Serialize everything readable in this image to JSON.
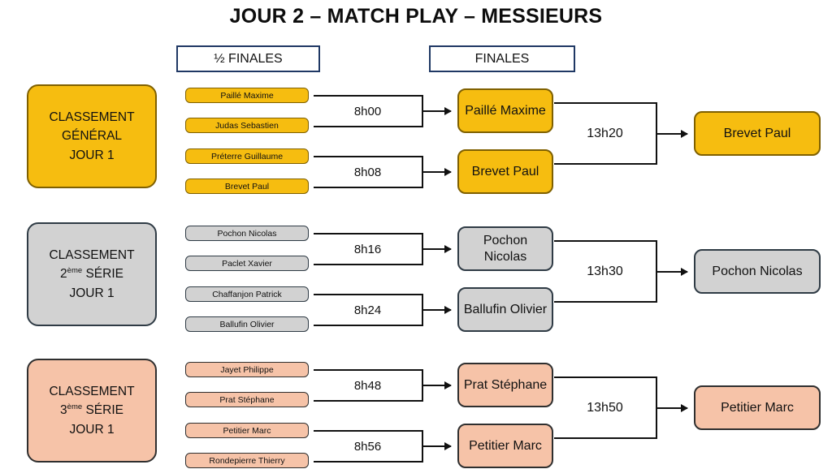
{
  "title": "JOUR 2 – MATCH PLAY – MESSIEURS",
  "headers": {
    "semifinals": "½ FINALES",
    "finals": "FINALES"
  },
  "colors": {
    "gold_fill": "#f6bd10",
    "gold_border": "#7f6000",
    "grey_fill": "#d2d2d2",
    "grey_border": "#2f3b45",
    "peach_fill": "#f6c3a8",
    "peach_border": "#2f2f2f",
    "header_border": "#1f3864",
    "line": "#111111"
  },
  "sections": [
    {
      "theme": "theme-gold",
      "category": {
        "line1": "CLASSEMENT",
        "line2": "GÉNÉRAL",
        "line2_sup": "",
        "line3": "JOUR 1"
      },
      "semifinals": [
        {
          "time": "8h00",
          "players": [
            "Paillé Maxime",
            "Judas Sebastien"
          ],
          "winner": "Paillé Maxime"
        },
        {
          "time": "8h08",
          "players": [
            "Préterre Guillaume",
            "Brevet Paul"
          ],
          "winner": "Brevet Paul"
        }
      ],
      "final": {
        "time": "13h20",
        "winner": "Brevet Paul"
      }
    },
    {
      "theme": "theme-grey",
      "category": {
        "line1": "CLASSEMENT",
        "line2": "SÉRIE",
        "line2_num": "2",
        "line2_sup": "ème",
        "line3": "JOUR 1"
      },
      "semifinals": [
        {
          "time": "8h16",
          "players": [
            "Pochon Nicolas",
            "Paclet Xavier"
          ],
          "winner": "Pochon Nicolas"
        },
        {
          "time": "8h24",
          "players": [
            "Chaffanjon Patrick",
            "Ballufin Olivier"
          ],
          "winner": "Ballufin Olivier"
        }
      ],
      "final": {
        "time": "13h30",
        "winner": "Pochon Nicolas"
      }
    },
    {
      "theme": "theme-peach",
      "category": {
        "line1": "CLASSEMENT",
        "line2": "SÉRIE",
        "line2_num": "3",
        "line2_sup": "ème",
        "line3": "JOUR 1"
      },
      "semifinals": [
        {
          "time": "8h48",
          "players": [
            "Jayet Philippe",
            "Prat Stéphane"
          ],
          "winner": "Prat Stéphane"
        },
        {
          "time": "8h56",
          "players": [
            "Petitier Marc",
            "Rondepierre Thierry"
          ],
          "winner": "Petitier Marc"
        }
      ],
      "final": {
        "time": "13h50",
        "winner": "Petitier Marc"
      }
    }
  ]
}
